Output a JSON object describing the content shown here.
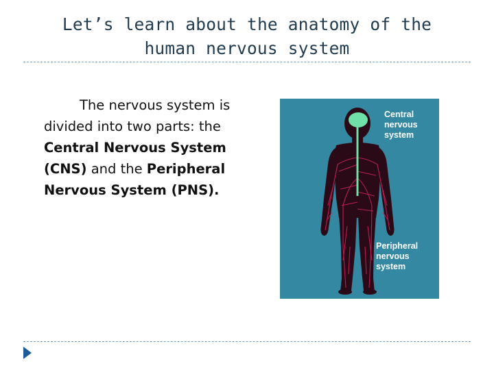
{
  "slide": {
    "title_line1": "Let’s learn about the anatomy of the",
    "title_line2": "human nervous system"
  },
  "body": {
    "text_1": "The nervous system is divided into two parts: the ",
    "cns_bold": "Central Nervous System (CNS)",
    "text_2": " and the ",
    "pns_bold": "Peripheral Nervous System (PNS).",
    "text_3": ""
  },
  "figure": {
    "cns_label_line1": "Central",
    "cns_label_line2": "nervous",
    "cns_label_line3": "system",
    "pns_label_line1": "Peripheral",
    "pns_label_line2": "nervous",
    "pns_label_line3": "system",
    "colors": {
      "background": "#3588a2",
      "body": "#2a0a16",
      "nerves": "#c0205a",
      "cns": "#6fe0a8"
    }
  },
  "colors": {
    "title": "#1f3b4d",
    "rule": "#6f9fb5",
    "bullet": "#1f5a99"
  }
}
